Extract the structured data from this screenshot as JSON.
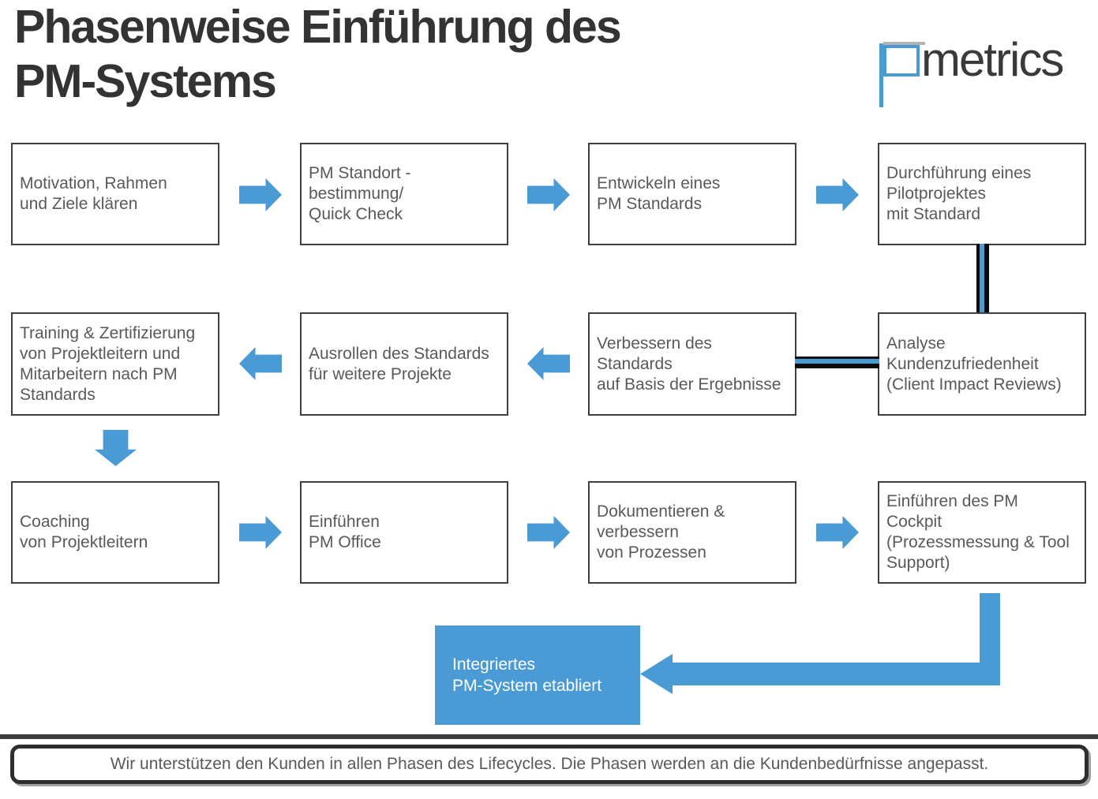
{
  "header": {
    "title": "Phasenweise Einführung des\nPM-Systems"
  },
  "logo": {
    "text": "metrics",
    "mark": "p-flag-icon"
  },
  "colors": {
    "accent_blue": "#4A9AD5",
    "box_border": "#3F3F3F",
    "box_text": "#595959",
    "title_text": "#333333",
    "connector_black": "#0B0B0B",
    "logo_gray": "#B3B3B3",
    "final_box_fill": "#4A9AD5",
    "final_box_text": "#FFFFFF"
  },
  "boxes": [
    {
      "id": "motivation",
      "text": "Motivation, Rahmen\nund Ziele klären"
    },
    {
      "id": "standortbestimmung",
      "text": "PM Standort -\nbestimmung/\nQuick Check"
    },
    {
      "id": "pm-standard",
      "text": "Entwickeln eines\nPM Standards"
    },
    {
      "id": "pilotprojekt",
      "text": "Durchführung eines\nPilotprojektes\nmit Standard"
    },
    {
      "id": "training",
      "text": "Training & Zertifizierung\nvon Projektleitern und\nMitarbeitern nach PM\nStandards"
    },
    {
      "id": "ausrollen",
      "text": "Ausrollen des Standards\nfür weitere Projekte"
    },
    {
      "id": "verbessern",
      "text": "Verbessern des\nStandards\nauf Basis der Ergebnisse"
    },
    {
      "id": "analyse",
      "text": "Analyse\nKundenzufriedenheit\n(Client Impact Reviews)"
    },
    {
      "id": "coaching",
      "text": "Coaching\nvon Projektleitern"
    },
    {
      "id": "pm-office",
      "text": "Einführen\nPM Office"
    },
    {
      "id": "dokumentieren",
      "text": "Dokumentieren &\nverbessern\nvon Prozessen"
    },
    {
      "id": "pm-cockpit",
      "text": "Einführen des PM\nCockpit\n(Prozessmessung & Tool\nSupport)"
    }
  ],
  "final_box": {
    "text": "Integriertes\nPM-System etabliert"
  },
  "footer": {
    "text": "Wir unterstützen den Kunden in allen Phasen des Lifecycles. Die Phasen werden an die Kundenbedürfnisse angepasst."
  },
  "icons": {
    "flow_forward": "block-arrow-right",
    "flow_backward": "block-arrow-left",
    "flow_down": "block-arrow-down",
    "final_arrow": "elbow-arrow-left"
  }
}
